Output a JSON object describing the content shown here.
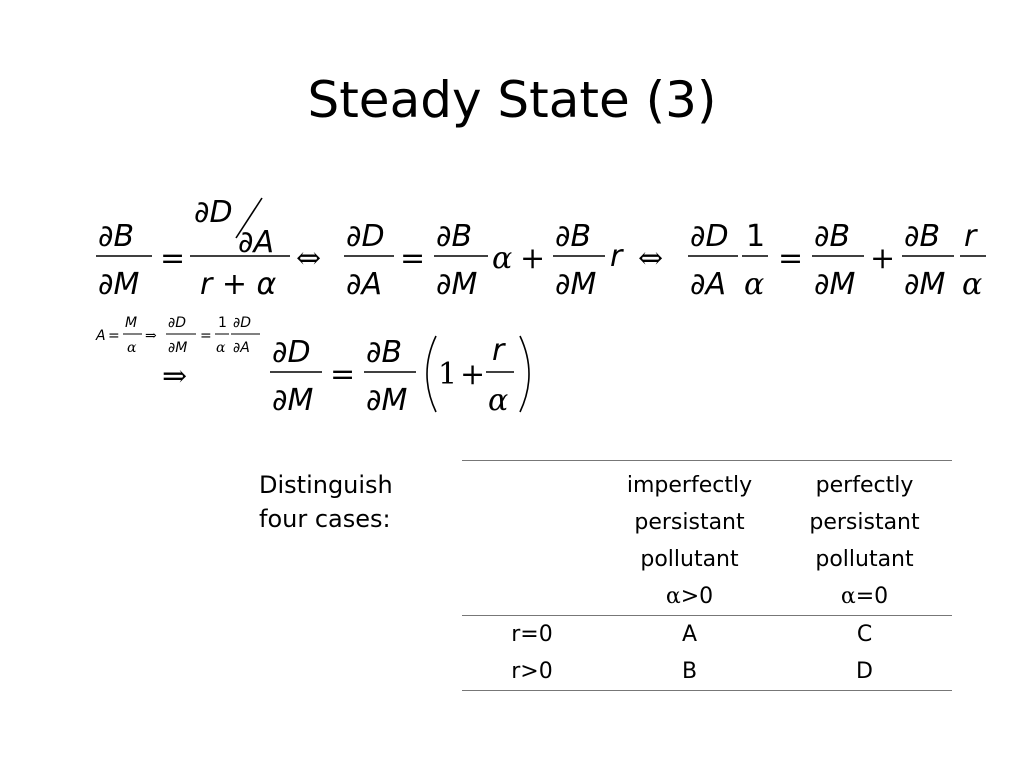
{
  "slide": {
    "title": "Steady State (3)"
  },
  "equation": {
    "line1": {
      "lhs_num": "∂B",
      "lhs_den": "∂M",
      "eq": "=",
      "frac1_num_a": "∂D",
      "frac1_num_slash": "⁄",
      "frac1_num_b": "∂A",
      "frac1_den": "r + α",
      "iff1": "⇔",
      "mid_lhs_num": "∂D",
      "mid_lhs_den": "∂A",
      "mid_eq": "=",
      "mid_t1_num": "∂B",
      "mid_t1_den": "∂M",
      "mid_alpha": "α",
      "mid_plus": "+",
      "mid_t2_num": "∂B",
      "mid_t2_den": "∂M",
      "mid_r": "r",
      "iff2": "⇔",
      "r_t1_num": "∂D",
      "r_t1_den": "∂A",
      "r_one_num": "1",
      "r_one_den": "α",
      "r_eq": "=",
      "r_t2_num": "∂B",
      "r_t2_den": "∂M",
      "r_plus": "+",
      "r_t3_num": "∂B",
      "r_t3_den": "∂M",
      "r_r_num": "r",
      "r_r_den": "α"
    },
    "small_note": {
      "A": "A",
      "eq1": "=",
      "M": "M",
      "alpha1": "α",
      "implies": "⇒",
      "dD": "∂D",
      "dM": "∂M",
      "eq2": "=",
      "one": "1",
      "alpha2": "α",
      "dD2": "∂D",
      "dA": "∂A"
    },
    "line2": {
      "implies": "⇒",
      "lhs_num": "∂D",
      "lhs_den": "∂M",
      "eq": "=",
      "t_num": "∂B",
      "t_den": "∂M",
      "one": "1",
      "plus": "+",
      "r_num": "r",
      "r_den": "α"
    }
  },
  "cases_label": [
    "Distinguish",
    "four cases:"
  ],
  "table": {
    "col_headers": [
      [
        "imperfectly",
        "persistant",
        "pollutant"
      ],
      [
        "perfectly",
        "persistant",
        "pollutant"
      ]
    ],
    "col_conditions": [
      {
        "symbol": "α",
        "text": ">0"
      },
      {
        "symbol": "α",
        "text": "=0"
      }
    ],
    "rows": [
      {
        "label": "r=0",
        "cells": [
          "A",
          "C"
        ]
      },
      {
        "label": "r>0",
        "cells": [
          "B",
          "D"
        ]
      }
    ]
  }
}
